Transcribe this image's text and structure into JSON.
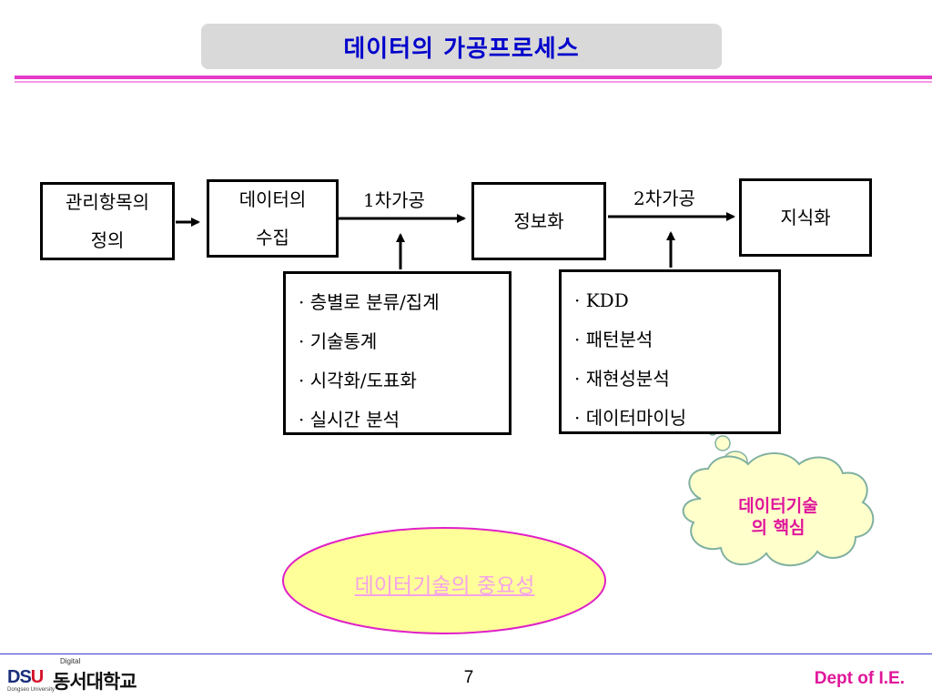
{
  "slide": {
    "title": "데이터의 가공프로세스",
    "page_number": "7",
    "dept": "Dept of I.E."
  },
  "diagram": {
    "boxes": {
      "define": [
        "관리항목의",
        "정의"
      ],
      "collect": [
        "데이터의",
        "수집"
      ],
      "info": "정보화",
      "knowledge": "지식화"
    },
    "arrow_labels": {
      "first": "1차가공",
      "second": "2차가공"
    },
    "first_methods": [
      "· 층별로 분류/집계",
      "· 기술통계",
      "· 시각화/도표화",
      "· 실시간 분석"
    ],
    "second_methods": [
      "· KDD",
      "· 패턴분석",
      "· 재현성분석",
      "· 데이터마이닝"
    ],
    "callout": [
      "데이터기술",
      "의 핵심"
    ],
    "link_text": "데이터기술의 중요성"
  },
  "logo": {
    "digital": "Digital",
    "dsu_blue": "DS",
    "dsu_red": "U",
    "name": "동서대학교",
    "english": "Dongseo University"
  },
  "colors": {
    "title": "#0000cc",
    "title_bg": "#d9d9d9",
    "accent_pink": "#e43bc8",
    "callout_text": "#e0169b",
    "ellipse_fill": "#ffff99",
    "ellipse_border": "#e020c8",
    "cloud_fill": "#ffffcc",
    "cloud_border": "#80b0a0",
    "footer_rule": "#3b3bcc"
  }
}
